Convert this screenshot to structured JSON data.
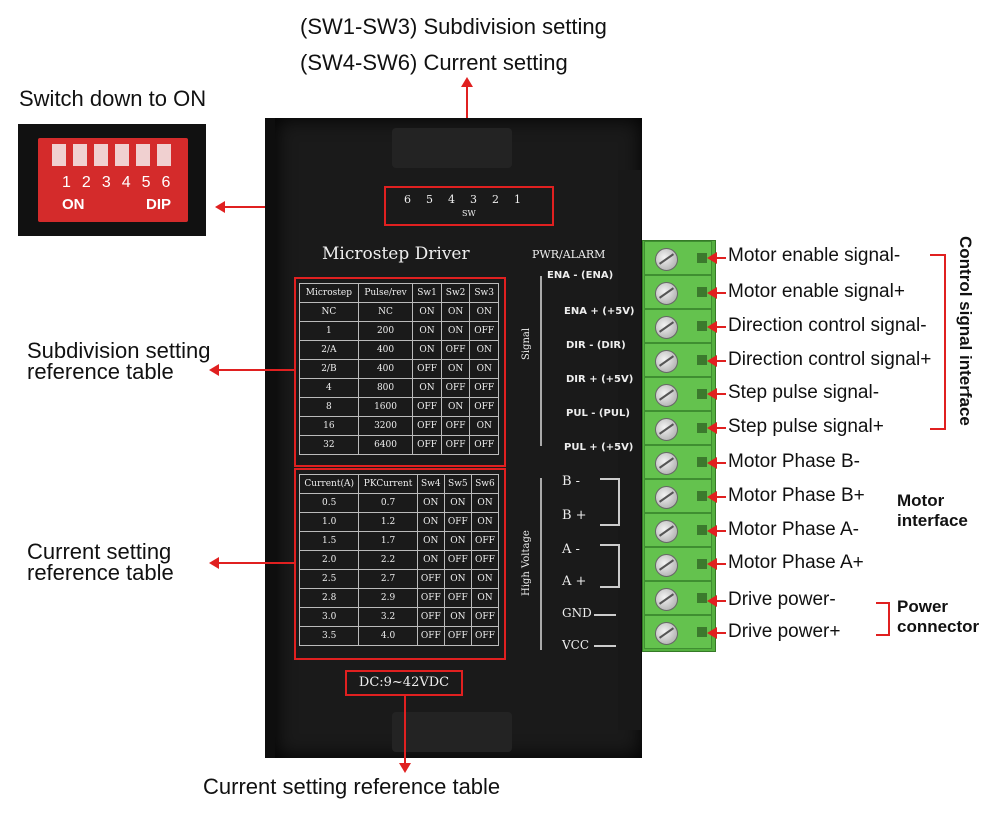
{
  "top": {
    "line1": "(SW1-SW3) Subdivision setting",
    "line2": "(SW4-SW6) Current setting"
  },
  "dip": {
    "caption": "Switch down to ON",
    "numbers": [
      "1",
      "2",
      "3",
      "4",
      "5",
      "6"
    ],
    "on_label": "ON",
    "dip_label": "DIP"
  },
  "driver": {
    "title": "Microstep Driver",
    "sw_numbers": [
      "6",
      "5",
      "4",
      "3",
      "2",
      "1"
    ],
    "sw_label": "SW",
    "pwr_alarm": "PWR/ALARM",
    "signal_vertical": "Signal",
    "high_voltage_vertical": "High Voltage",
    "dc_label": "DC:9~42VDC"
  },
  "subdivision_table": {
    "headers": [
      "Microstep",
      "Pulse/rev",
      "Sw1",
      "Sw2",
      "Sw3"
    ],
    "rows": [
      [
        "NC",
        "NC",
        "ON",
        "ON",
        "ON"
      ],
      [
        "1",
        "200",
        "ON",
        "ON",
        "OFF"
      ],
      [
        "2/A",
        "400",
        "ON",
        "OFF",
        "ON"
      ],
      [
        "2/B",
        "400",
        "OFF",
        "ON",
        "ON"
      ],
      [
        "4",
        "800",
        "ON",
        "OFF",
        "OFF"
      ],
      [
        "8",
        "1600",
        "OFF",
        "ON",
        "OFF"
      ],
      [
        "16",
        "3200",
        "OFF",
        "OFF",
        "ON"
      ],
      [
        "32",
        "6400",
        "OFF",
        "OFF",
        "OFF"
      ]
    ]
  },
  "current_table": {
    "headers": [
      "Current(A)",
      "PKCurrent",
      "Sw4",
      "Sw5",
      "Sw6"
    ],
    "rows": [
      [
        "0.5",
        "0.7",
        "ON",
        "ON",
        "ON"
      ],
      [
        "1.0",
        "1.2",
        "ON",
        "OFF",
        "ON"
      ],
      [
        "1.5",
        "1.7",
        "ON",
        "ON",
        "OFF"
      ],
      [
        "2.0",
        "2.2",
        "ON",
        "OFF",
        "OFF"
      ],
      [
        "2.5",
        "2.7",
        "OFF",
        "ON",
        "ON"
      ],
      [
        "2.8",
        "2.9",
        "OFF",
        "OFF",
        "ON"
      ],
      [
        "3.0",
        "3.2",
        "OFF",
        "ON",
        "OFF"
      ],
      [
        "3.5",
        "4.0",
        "OFF",
        "OFF",
        "OFF"
      ]
    ]
  },
  "signal_pins": [
    "ENA - (ENA)",
    "ENA + (+5V)",
    "DIR - (DIR)",
    "DIR + (+5V)",
    "PUL - (PUL)",
    "PUL + (+5V)"
  ],
  "hv_pins": [
    "B -",
    "B +",
    "A -",
    "A +",
    "GND",
    "VCC"
  ],
  "terminal_labels": [
    "Motor enable signal-",
    "Motor enable signal+",
    "Direction control signal-",
    "Direction control signal+",
    "Step pulse signal-",
    "Step pulse signal+",
    "Motor Phase B-",
    "Motor Phase B+",
    "Motor Phase A-",
    "Motor Phase A+",
    "Drive power-",
    "Drive power+"
  ],
  "groups": {
    "control": "Control signal interface",
    "motor": "Motor interface",
    "power": "Power connector"
  },
  "left_callouts": {
    "subdivision": "Subdivision setting reference table",
    "current": "Current setting reference table"
  },
  "bottom_caption": "Current setting reference table",
  "colors": {
    "accent": "#e02020",
    "terminal": "#64c24e",
    "body": "#1a1a1a"
  }
}
